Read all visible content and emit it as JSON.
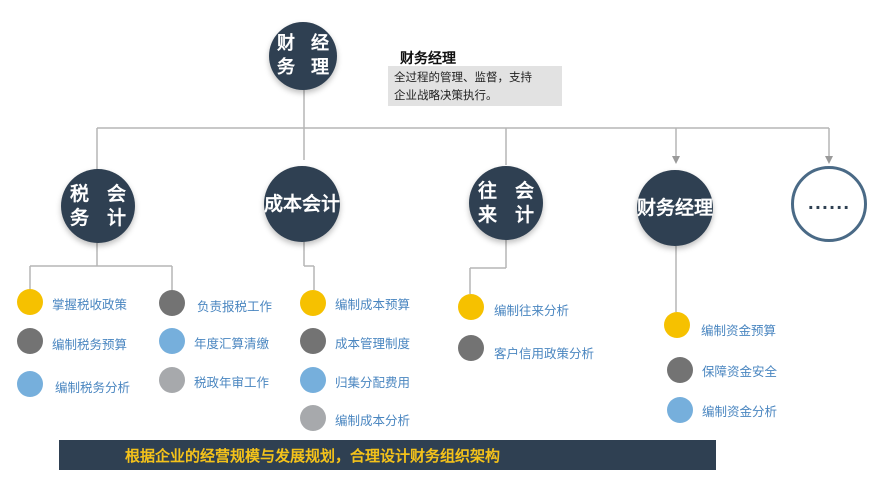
{
  "top_node": {
    "line1": "财务",
    "line2": "经理"
  },
  "callout": {
    "title": "财务经理",
    "line1": "全过程的管理、监督，支持",
    "line2": "企业战略决策执行。"
  },
  "departments": [
    {
      "line1": "税务",
      "line2": "会计"
    },
    {
      "line1": "成本",
      "line2": "会计"
    },
    {
      "line1": "往来",
      "line2": "会计"
    },
    {
      "line1": "财务",
      "line2": "经理"
    }
  ],
  "more_node": "......",
  "tasks": {
    "tax_left": [
      "掌握税收政策",
      "编制税务预算",
      "编制税务分析"
    ],
    "tax_right": [
      "负责报税工作",
      "年度汇算清缴",
      "税政年审工作"
    ],
    "cost": [
      "编制成本预算",
      "成本管理制度",
      "归集分配费用",
      "编制成本分析"
    ],
    "accounts": [
      "编制往来分析",
      "客户信用政策分析"
    ],
    "finance": [
      "编制资金预算",
      "保障资金安全",
      "编制资金分析"
    ]
  },
  "dot_colors": {
    "yellow": "#f6c100",
    "dark_gray": "#737373",
    "blue": "#76afdc",
    "light_gray": "#a7a9ac"
  },
  "banner": "根据企业的经营规模与发展规划，合理设计财务组织架构",
  "colors": {
    "node": "#2f4052",
    "label": "#4a86c0",
    "banner_text": "#f4c21a"
  }
}
